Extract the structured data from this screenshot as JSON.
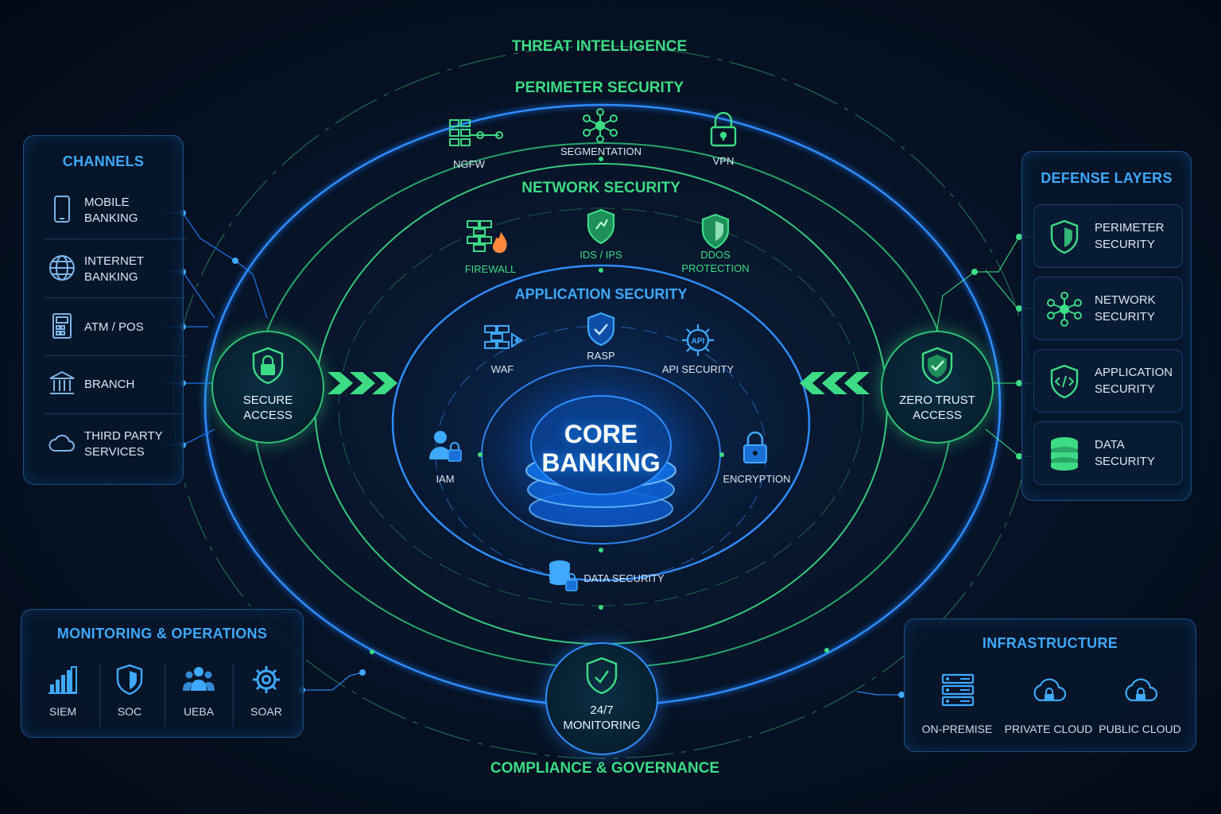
{
  "rings": {
    "outer_top": "THREAT INTELLIGENCE",
    "perimeter": "PERIMETER SECURITY",
    "network": "NETWORK SECURITY",
    "application": "APPLICATION SECURITY",
    "outer_bottom": "COMPLIANCE & GOVERNANCE"
  },
  "perimeter_nodes": [
    {
      "label": "NGFW",
      "icon": "ngfw-icon"
    },
    {
      "label": "SEGMENTATION",
      "icon": "segmentation-icon"
    },
    {
      "label": "VPN",
      "icon": "lock-icon"
    }
  ],
  "network_nodes": [
    {
      "label": "FIREWALL",
      "icon": "firewall-icon"
    },
    {
      "label": "IDS / IPS",
      "icon": "shield-icon"
    },
    {
      "label": "DDOS\nPROTECTION",
      "icon": "shield-icon"
    }
  ],
  "application_nodes": [
    {
      "label": "WAF",
      "icon": "waf-icon"
    },
    {
      "label": "RASP",
      "icon": "shield-check-icon"
    },
    {
      "label": "API SECURITY",
      "icon": "api-gear-icon"
    },
    {
      "label": "IAM",
      "icon": "user-lock-icon"
    },
    {
      "label": "ENCRYPTION",
      "icon": "lock-icon"
    },
    {
      "label": "DATA SECURITY",
      "icon": "database-lock-icon"
    }
  ],
  "core": {
    "label": "CORE\nBANKING"
  },
  "hubs": {
    "secure_access": "SECURE\nACCESS",
    "zero_trust": "ZERO TRUST\nACCESS",
    "monitoring": "24/7\nMONITORING"
  },
  "channels": {
    "title": "CHANNELS",
    "items": [
      {
        "label": "MOBILE\nBANKING",
        "icon": "smartphone-icon"
      },
      {
        "label": "INTERNET\nBANKING",
        "icon": "globe-icon"
      },
      {
        "label": "ATM / POS",
        "icon": "atm-icon"
      },
      {
        "label": "BRANCH",
        "icon": "bank-icon"
      },
      {
        "label": "THIRD PARTY\nSERVICES",
        "icon": "cloud-icon"
      }
    ]
  },
  "defense_layers": {
    "title": "DEFENSE LAYERS",
    "items": [
      {
        "label": "PERIMETER\nSECURITY",
        "icon": "shield-icon"
      },
      {
        "label": "NETWORK\nSECURITY",
        "icon": "network-icon"
      },
      {
        "label": "APPLICATION\nSECURITY",
        "icon": "code-shield-icon"
      },
      {
        "label": "DATA\nSECURITY",
        "icon": "database-icon"
      }
    ]
  },
  "monitoring_ops": {
    "title": "MONITORING & OPERATIONS",
    "items": [
      {
        "label": "SIEM",
        "icon": "bar-chart-icon"
      },
      {
        "label": "SOC",
        "icon": "shield-icon"
      },
      {
        "label": "UEBA",
        "icon": "users-icon"
      },
      {
        "label": "SOAR",
        "icon": "gear-icon"
      }
    ]
  },
  "infrastructure": {
    "title": "INFRASTRUCTURE",
    "items": [
      {
        "label": "ON-PREMISE",
        "icon": "server-icon"
      },
      {
        "label": "PRIVATE CLOUD",
        "icon": "cloud-lock-icon"
      },
      {
        "label": "PUBLIC CLOUD",
        "icon": "cloud-lock-icon"
      }
    ]
  },
  "colors": {
    "green": "#3ddc84",
    "blue": "#2f8cff",
    "cyan": "#3fa8ff"
  }
}
